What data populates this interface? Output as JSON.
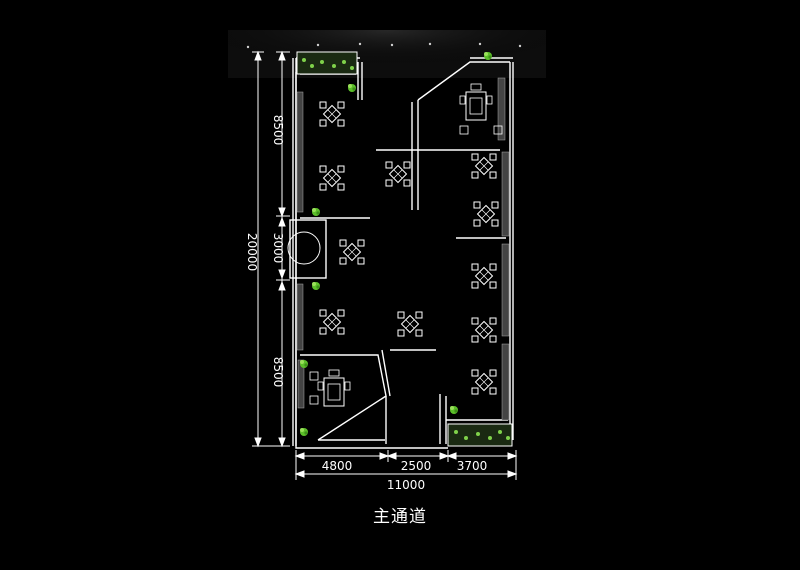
{
  "plan": {
    "dimensions": {
      "vertical_total": "20000",
      "vertical_top": "8500",
      "vertical_mid": "3000",
      "vertical_bottom": "8500",
      "horizontal_left": "4800",
      "horizontal_mid": "2500",
      "horizontal_right": "3700",
      "horizontal_total": "11000"
    },
    "caption": "主通道"
  },
  "colors": {
    "background": "#000000",
    "line": "#ffffff",
    "plant": "#6fcf3a"
  }
}
